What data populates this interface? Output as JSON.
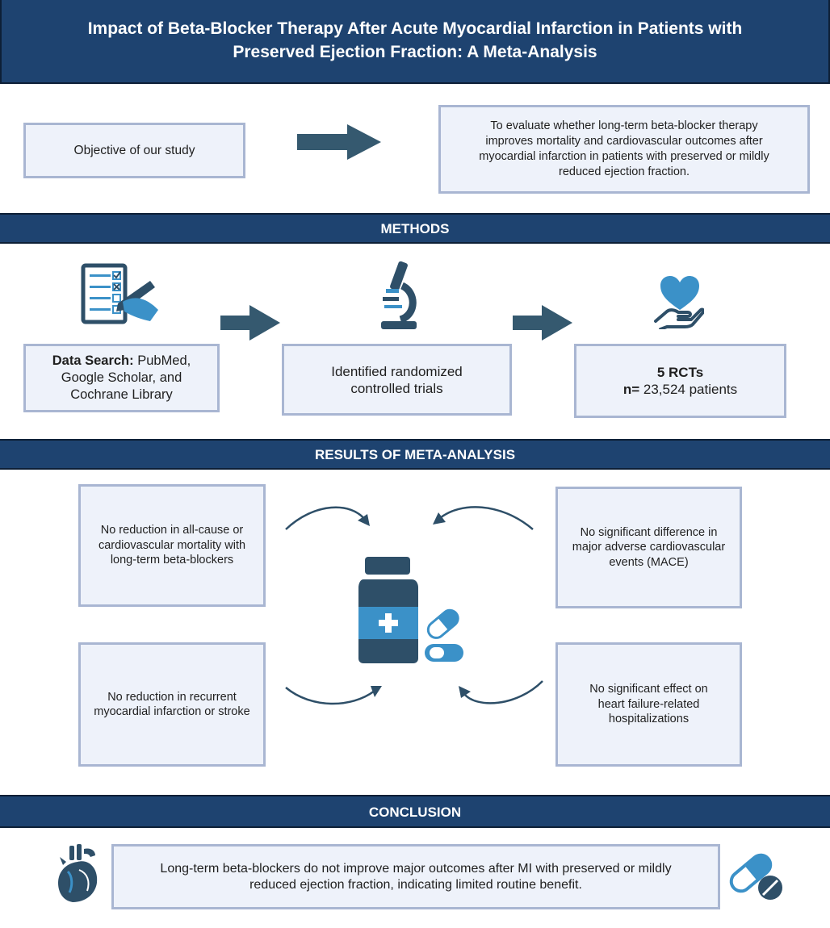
{
  "title": {
    "line1": "Impact of Beta-Blocker Therapy After Acute Myocardial Infarction in Patients with",
    "line2": "Preserved Ejection Fraction: A Meta-Analysis"
  },
  "objective": {
    "label": "Objective of our study",
    "text": "To evaluate whether long-term beta-blocker therapy improves mortality and cardiovascular outcomes after myocardial infarction in patients with preserved or mildly reduced ejection fraction."
  },
  "methods": {
    "header": "METHODS",
    "search_bold": "Data Search:",
    "search_rest": " PubMed, Google Scholar, and Cochrane Library",
    "identified": "Identified randomized controlled trials",
    "rcts": "5 RCTs",
    "n_bold": "n=",
    "n_rest": " 23,524 patients"
  },
  "results": {
    "header": "RESULTS OF META-ANALYSIS",
    "items": [
      "No reduction in all-cause or cardiovascular mortality with long-term beta-blockers",
      "No significant difference in major adverse cardiovascular events (MACE)",
      "No reduction in recurrent myocardial infarction or stroke",
      "No significant effect on heart failure-related hospitalizations"
    ]
  },
  "conclusion": {
    "header": "CONCLUSION",
    "text": "Long-term beta-blockers do not improve major outcomes after MI with preserved or mildly reduced ejection fraction, indicating limited routine benefit."
  },
  "colors": {
    "navy": "#1e4370",
    "box_fill": "#eef2fa",
    "box_border": "#a9b6d2",
    "icon_dark": "#2e4f68",
    "icon_blue": "#3b91c8",
    "arrow_fill": "#35596f"
  },
  "icons": [
    "checklist-icon",
    "microscope-icon",
    "heart-hand-icon",
    "medicine-bottle-icon",
    "pill-capsule-icon",
    "heart-organ-icon",
    "pill-tablet-icon"
  ]
}
